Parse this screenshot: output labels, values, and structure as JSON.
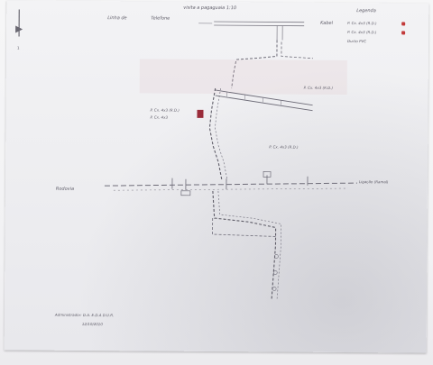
{
  "sheet": {
    "header_title": "visita a pagaguaia 1:10",
    "left_label": "Linha de",
    "mid_label": "Telefone",
    "right_label": "Kabel",
    "legend_title": "Legenda",
    "legend_items": [
      {
        "text": "P. Cx. 4x3 (R.D.)",
        "marker_color": "#c23a3a"
      },
      {
        "text": "P. Cx. 4x3 (R.D.)",
        "marker_color": "#c23a3a"
      },
      {
        "text": "Ducto PVC",
        "marker_color": ""
      }
    ],
    "labels": {
      "upper_right": "P. Cx. 4x3 (R.D.)",
      "left_node_1": "P. Cx. 4x3 (R.D.)",
      "left_node_2": "P. Cx. 4x3",
      "middle": "P. Cx. 4x3 (R.D.)",
      "left_road": "Rodovia",
      "right_road": "Ligação (Ramal)"
    },
    "footer_line_1": "Administrador: D.A. E.D.A D.U.R.",
    "footer_line_2": "12/10/2010",
    "left_margin_mark": "1"
  }
}
